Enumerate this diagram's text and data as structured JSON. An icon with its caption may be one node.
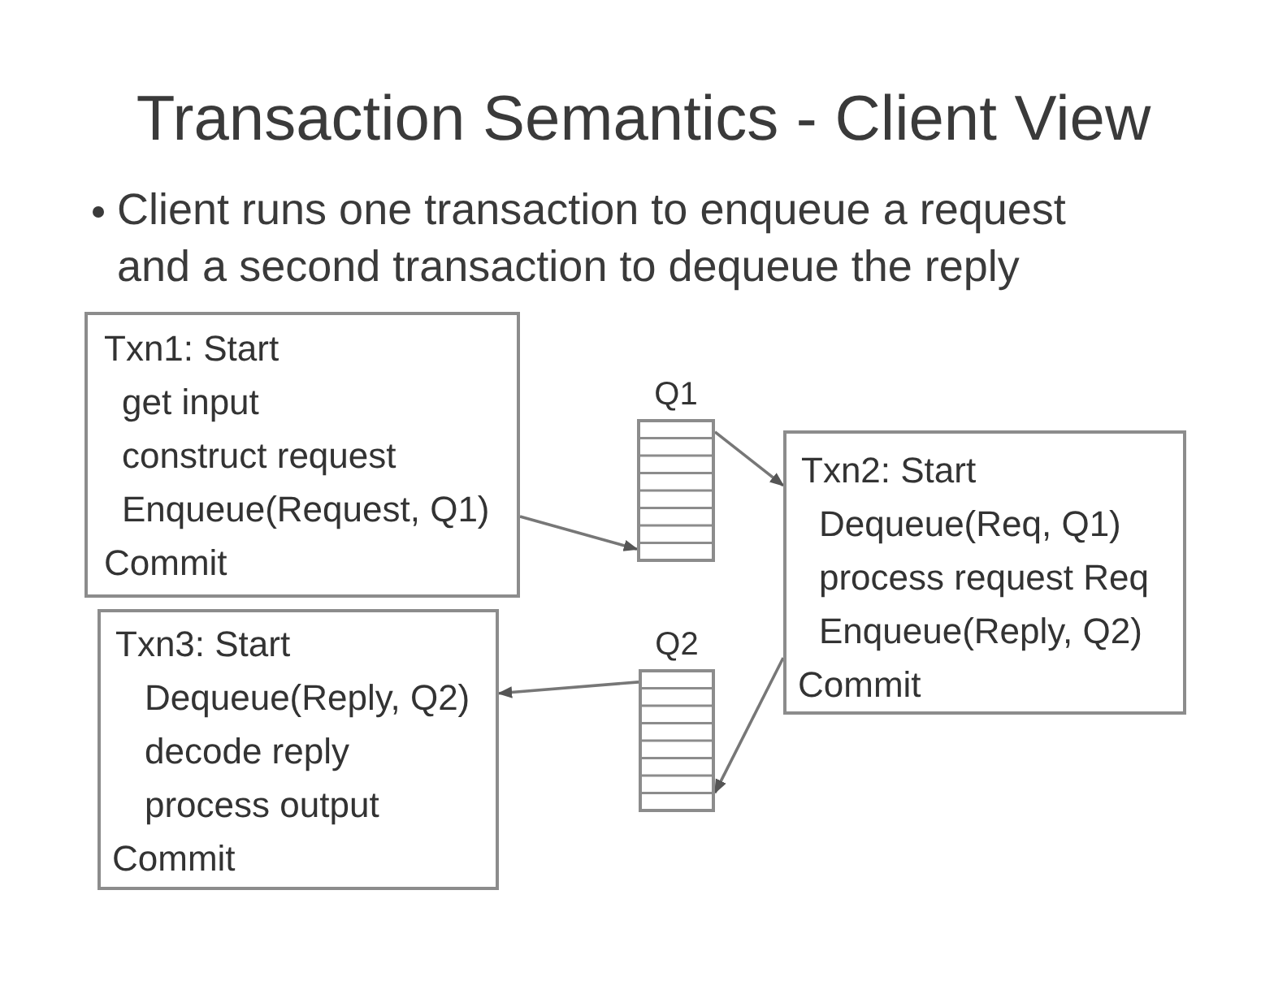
{
  "diagram": {
    "title": "Transaction Semantics - Client View",
    "nodes": [
      {
        "text": [
          "Txn1: Start",
          "get input",
          "construct request",
          "Enqueue(Request, Q1)",
          "Commit"
        ]
      },
      {
        "text": [
          "Q1"
        ]
      },
      {
        "text": [
          "Txn2: Start",
          "Dequeue(Req, Q1)",
          "process request Req",
          "Enqueue(Reply, Q2)",
          "Commit"
        ]
      },
      {
        "text": [
          "Txn3: Start",
          "Dequeue(Reply, Q2)",
          "decode reply",
          "process output",
          "Commit"
        ]
      },
      {
        "text": [
          "Q2"
        ]
      }
    ],
    "edges": [
      {
        "from": 0,
        "to": 1,
        "arrow": "to"
      },
      {
        "from": 1,
        "to": 2,
        "arrow": "to"
      },
      {
        "from": 2,
        "to": 4,
        "arrow": "to"
      },
      {
        "from": 4,
        "to": 3,
        "arrow": "to"
      }
    ],
    "labels": [
      "Client runs one transaction to enqueue a request and a second transaction to dequeue the reply"
    ]
  }
}
